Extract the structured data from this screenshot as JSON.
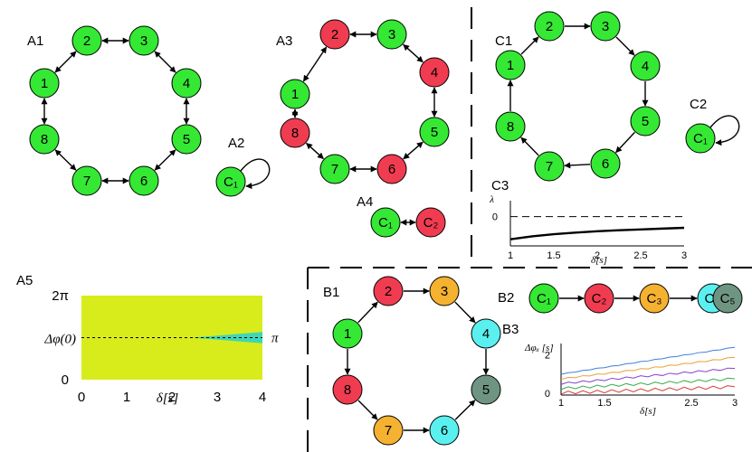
{
  "colors": {
    "green": "#34e834",
    "red": "#f03c50",
    "orange": "#f5b130",
    "cyan": "#5af0f0",
    "slate": "#6f9482",
    "yellow": "#d8ec1c",
    "teal": "#3fd6b6"
  },
  "panels": {
    "A1": "A1",
    "A2": "A2",
    "A3": "A3",
    "A4": "A4",
    "A5": "A5",
    "B1": "B1",
    "B2": "B2",
    "B3": "B3",
    "C1": "C1",
    "C2": "C2",
    "C3": "C3"
  },
  "graphs": {
    "A1": {
      "nodes": [
        "1",
        "2",
        "3",
        "4",
        "5",
        "6",
        "7",
        "8"
      ],
      "colors": [
        "green",
        "green",
        "green",
        "green",
        "green",
        "green",
        "green",
        "green"
      ]
    },
    "A3": {
      "nodes": [
        "1",
        "2",
        "3",
        "4",
        "5",
        "6",
        "7",
        "8"
      ],
      "colors": [
        "green",
        "red",
        "green",
        "red",
        "green",
        "red",
        "green",
        "red"
      ]
    },
    "C1": {
      "nodes": [
        "1",
        "2",
        "3",
        "4",
        "5",
        "6",
        "7",
        "8"
      ],
      "colors": [
        "green",
        "green",
        "green",
        "green",
        "green",
        "green",
        "green",
        "green"
      ]
    },
    "B1": {
      "nodes": [
        "1",
        "2",
        "3",
        "4",
        "5",
        "6",
        "7",
        "8"
      ],
      "colors": [
        "green",
        "red",
        "orange",
        "cyan",
        "slate",
        "cyan",
        "orange",
        "red"
      ]
    }
  },
  "loops": {
    "A2": {
      "label": "C₁",
      "color": "green"
    },
    "C2": {
      "label": "C₁",
      "color": "green"
    }
  },
  "chain_A4": {
    "labels": [
      "C₁",
      "C₂"
    ],
    "colors": [
      "green",
      "red"
    ]
  },
  "chain_B2": {
    "labels": [
      "C₁",
      "C₂",
      "C₃",
      "C₄",
      "C₅"
    ],
    "colors": [
      "green",
      "red",
      "orange",
      "cyan",
      "slate"
    ]
  },
  "chart_data": [
    {
      "id": "C3",
      "type": "line",
      "ylabel": "λ",
      "xlabel": "δ[s]",
      "xticks": [
        "1",
        "1.5",
        "2",
        "2.5",
        "3"
      ],
      "yticks": [
        "0"
      ],
      "xlim": [
        1,
        3
      ],
      "ylim": [
        -1.1,
        0.6
      ],
      "reference_line": 0,
      "series": [
        {
          "x": [
            1,
            1.25,
            1.5,
            1.75,
            2,
            2.25,
            2.5,
            2.75,
            3
          ],
          "y": [
            -0.85,
            -0.74,
            -0.66,
            -0.6,
            -0.55,
            -0.51,
            -0.48,
            -0.45,
            -0.42
          ]
        }
      ]
    },
    {
      "id": "A5",
      "type": "area",
      "ylabel": "Δφ(0)",
      "xlabel": "δ[s]",
      "xticks": [
        "0",
        "1",
        "2",
        "3",
        "4"
      ],
      "yticks": [
        "0",
        "π",
        "2π"
      ],
      "right_label": "π",
      "xlim": [
        0,
        4
      ],
      "ylim": [
        0,
        6.2832
      ],
      "wedge": {
        "x_start": 2.45,
        "x_end": 4.0,
        "half_width_end": 0.42
      }
    },
    {
      "id": "B3",
      "type": "line",
      "ylabel": "Δφᵢᵢ [s]",
      "xlabel": "δ[s]",
      "xticks": [
        "1",
        "1.5",
        "2",
        "2.5",
        "3"
      ],
      "yticks": [
        "0",
        "1",
        "2"
      ],
      "xlim": [
        1,
        3
      ],
      "ylim": [
        -0.1,
        2.6
      ],
      "series": [
        {
          "color": "#3f7fdc",
          "x": [
            1,
            1.5,
            2,
            2.5,
            3
          ],
          "y": [
            1.0,
            1.35,
            1.7,
            2.05,
            2.4
          ]
        },
        {
          "color": "#e8a13a",
          "x": [
            1,
            1.5,
            2,
            2.5,
            3
          ],
          "y": [
            0.75,
            1.02,
            1.3,
            1.58,
            1.87
          ]
        },
        {
          "color": "#8a3fd0",
          "x": [
            1,
            1.5,
            2,
            2.5,
            3
          ],
          "y": [
            0.5,
            0.7,
            0.9,
            1.1,
            1.3
          ]
        },
        {
          "color": "#3aaa4a",
          "x": [
            1,
            1.5,
            2,
            2.5,
            3
          ],
          "y": [
            0.25,
            0.38,
            0.5,
            0.62,
            0.75
          ]
        },
        {
          "color": "#d83a3a",
          "x": [
            1,
            1.5,
            2,
            2.5,
            3
          ],
          "y": [
            0.02,
            0.09,
            0.17,
            0.25,
            0.33
          ]
        }
      ]
    }
  ]
}
